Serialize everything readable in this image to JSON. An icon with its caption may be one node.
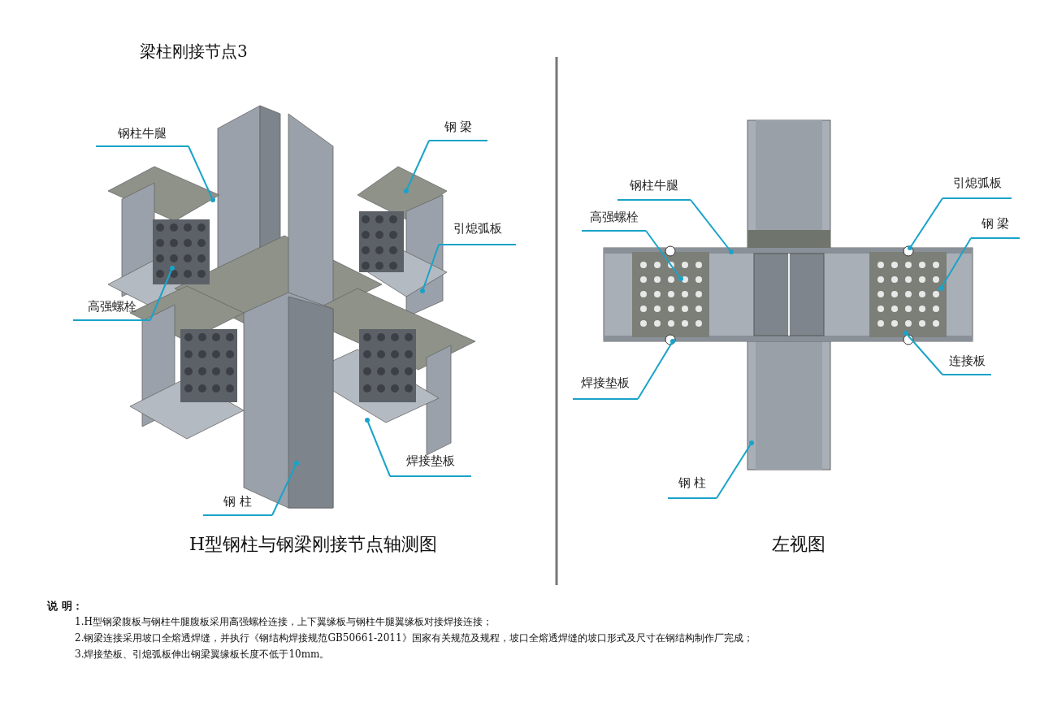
{
  "diagram": {
    "title": "梁柱刚接节点3",
    "nodes": [
      {
        "text": [
          "钢柱牛腿"
        ]
      },
      {
        "text": [
          "钢 梁"
        ]
      },
      {
        "text": [
          "引熄弧板"
        ]
      },
      {
        "text": [
          "高强螺栓"
        ]
      },
      {
        "text": [
          "焊接垫板"
        ]
      },
      {
        "text": [
          "钢 柱"
        ]
      },
      {
        "text": [
          "钢柱牛腿"
        ]
      },
      {
        "text": [
          "高强螺栓"
        ]
      },
      {
        "text": [
          "引熄弧板"
        ]
      },
      {
        "text": [
          "钢 梁"
        ]
      },
      {
        "text": [
          "连接板"
        ]
      },
      {
        "text": [
          "焊接垫板"
        ]
      },
      {
        "text": [
          "钢 柱"
        ]
      }
    ],
    "edges": [
      {
        "from": 0,
        "to": null,
        "arrow": "other"
      },
      {
        "from": 1,
        "to": null,
        "arrow": "other"
      },
      {
        "from": 2,
        "to": null,
        "arrow": "other"
      },
      {
        "from": 3,
        "to": null,
        "arrow": "other"
      },
      {
        "from": 4,
        "to": null,
        "arrow": "other"
      },
      {
        "from": 5,
        "to": null,
        "arrow": "other"
      },
      {
        "from": 6,
        "to": null,
        "arrow": "other"
      },
      {
        "from": 7,
        "to": null,
        "arrow": "other"
      },
      {
        "from": 8,
        "to": null,
        "arrow": "other"
      },
      {
        "from": 9,
        "to": null,
        "arrow": "other"
      },
      {
        "from": 10,
        "to": null,
        "arrow": "other"
      },
      {
        "from": 11,
        "to": null,
        "arrow": "other"
      },
      {
        "from": 12,
        "to": null,
        "arrow": "other"
      }
    ],
    "labels": [
      "H型钢柱与钢梁刚接节点轴测图",
      "左视图",
      "说 明：",
      "1.H型钢梁腹板与钢柱牛腿腹板采用高强螺栓连接，上下翼缘板与钢柱牛腿翼缘板对接焊接连接；",
      "2.钢梁连接采用坡口全熔透焊缝，并执行《钢结构焊接规范GB50661-2011》国家有关规范及规程，坡口全熔透焊缝的坡口形式及尺寸在钢结构制作厂完成；",
      "3.焊接垫板、引熄弧板伸出钢梁翼缘板长度不低于10mm。"
    ]
  }
}
